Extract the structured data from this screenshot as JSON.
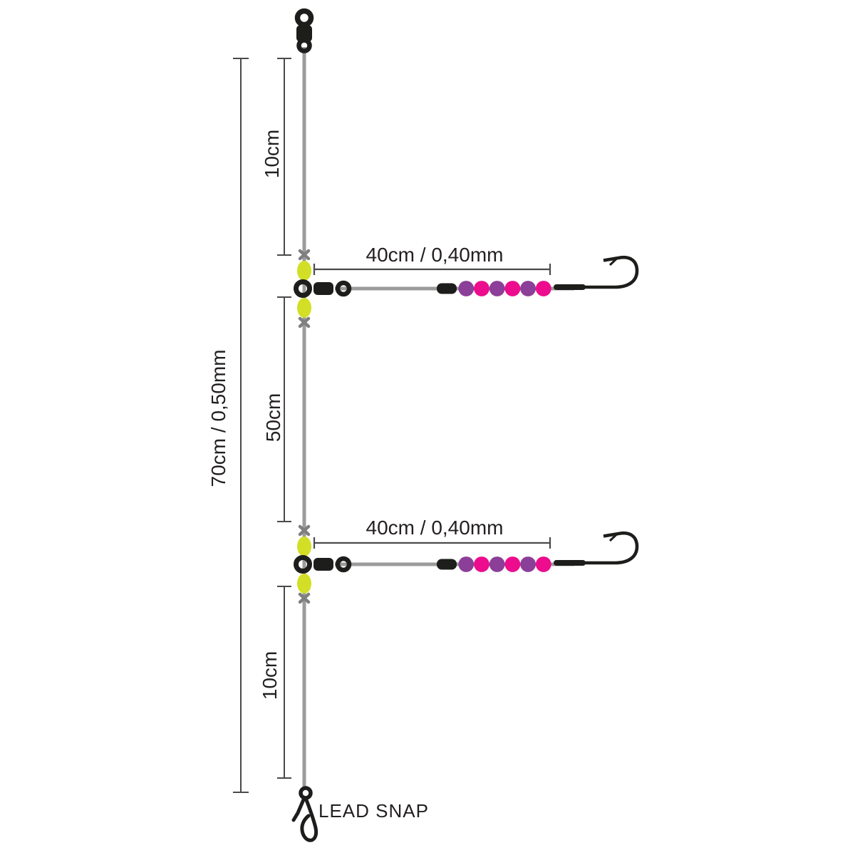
{
  "rig": {
    "labels": {
      "main_length": "70cm / 0,50mm",
      "top_spacing": "10cm",
      "middle_spacing": "50cm",
      "bottom_spacing": "10cm",
      "snood1_length": "40cm / 0,40mm",
      "snood2_length": "40cm / 0,40mm",
      "lead_snap": "LEAD SNAP"
    },
    "colors": {
      "main_line": "#9b9b9b",
      "snood_line": "#9b9b9b",
      "hardware_black": "#1d1d1b",
      "stop_knot_grey": "#7f7f7f",
      "attractor_bead_yellow": "#d3df26",
      "bead_purple": "#8b3f98",
      "bead_pink": "#ec0c8d",
      "dimension_line": "#4a4a4c",
      "label_text": "#231f20",
      "background": "#ffffff"
    },
    "snood_bead_colors": [
      "#8b3f98",
      "#ec0c8d",
      "#8b3f98",
      "#ec0c8d",
      "#8b3f98",
      "#ec0c8d"
    ]
  }
}
